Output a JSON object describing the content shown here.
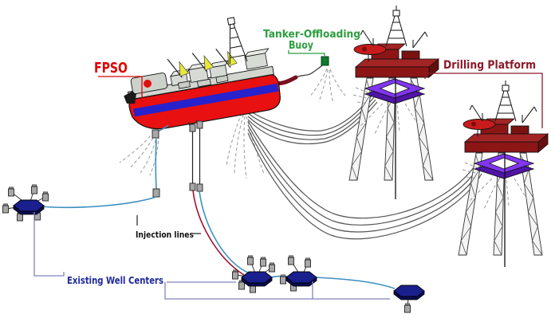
{
  "labels": {
    "fpso": "FPSO",
    "tanker_offloading_line1": "Tanker-Offloading",
    "tanker_offloading_line2": "Buoy",
    "drilling_platform": "Drilling Platform",
    "injection_lines": "Injection lines",
    "existing_well_centers": "Existing Well Centers"
  },
  "colors": {
    "fpso_label_red": "#e00000",
    "hull_red": "#e81010",
    "hull_stripe_blue": "#2822cc",
    "buoy_label_green": "#2b9e3f",
    "buoy_fill_green": "#0e7a2e",
    "platform_label_maroon": "#8b1a2a",
    "platform_deck_maroon": "#8c1616",
    "platform_band_purple": "#8136f2",
    "helideck_red": "#c81c1c",
    "manifold_navy": "#1a1f8e",
    "bracket_slate": "#8282bd",
    "flowline_blue": "#3d8fbf",
    "injection_line_red": "#a01030",
    "riser_gray": "#555555",
    "mooring_dash_gray": "#999999",
    "background": "#ffffff"
  },
  "components": [
    "fpso-vessel",
    "tanker-offloading-buoy",
    "drilling-platform-1",
    "drilling-platform-2",
    "subsea-manifold-1",
    "subsea-manifold-2",
    "subsea-manifold-3",
    "subsea-manifold-4",
    "riser-bundles",
    "mooring-lines",
    "offloading-hose",
    "injection-lines",
    "existing-well-centers"
  ]
}
